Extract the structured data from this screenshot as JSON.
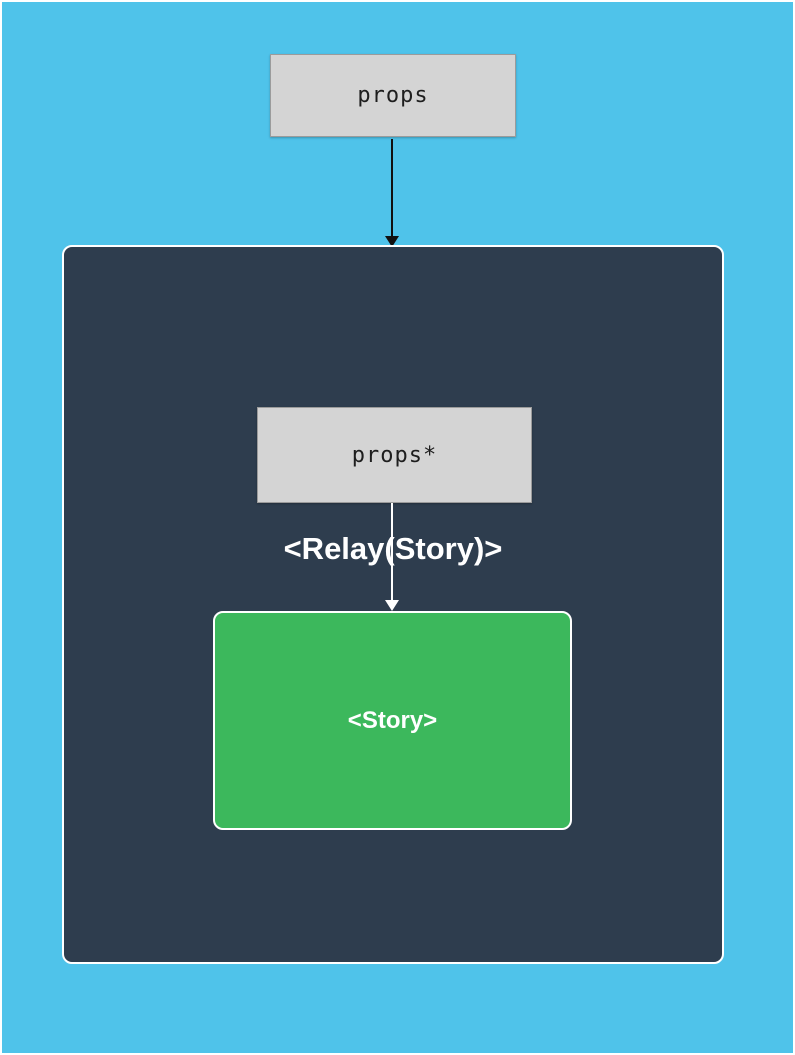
{
  "diagram": {
    "nodes": {
      "props": {
        "label": "props"
      },
      "relay": {
        "label": "<Relay(Story)>"
      },
      "props_star": {
        "label": "props*"
      },
      "story": {
        "label": "<Story>"
      }
    },
    "arrows": [
      {
        "name": "props-to-relay",
        "direction": "down",
        "color": "#111111"
      },
      {
        "name": "props-star-to-story",
        "direction": "down",
        "color": "#ffffff"
      }
    ]
  },
  "colors": {
    "background": "#4fc3ea",
    "panel": "#2e3d4e",
    "panel_border": "#ffffff",
    "node_gray_bg": "#d4d4d4",
    "node_gray_border": "#9b9b9b",
    "node_gray_text": "#1e1e1e",
    "story_green": "#3cb85c",
    "title_text": "#ffffff",
    "arrow_dark": "#111111",
    "arrow_light": "#ffffff"
  }
}
